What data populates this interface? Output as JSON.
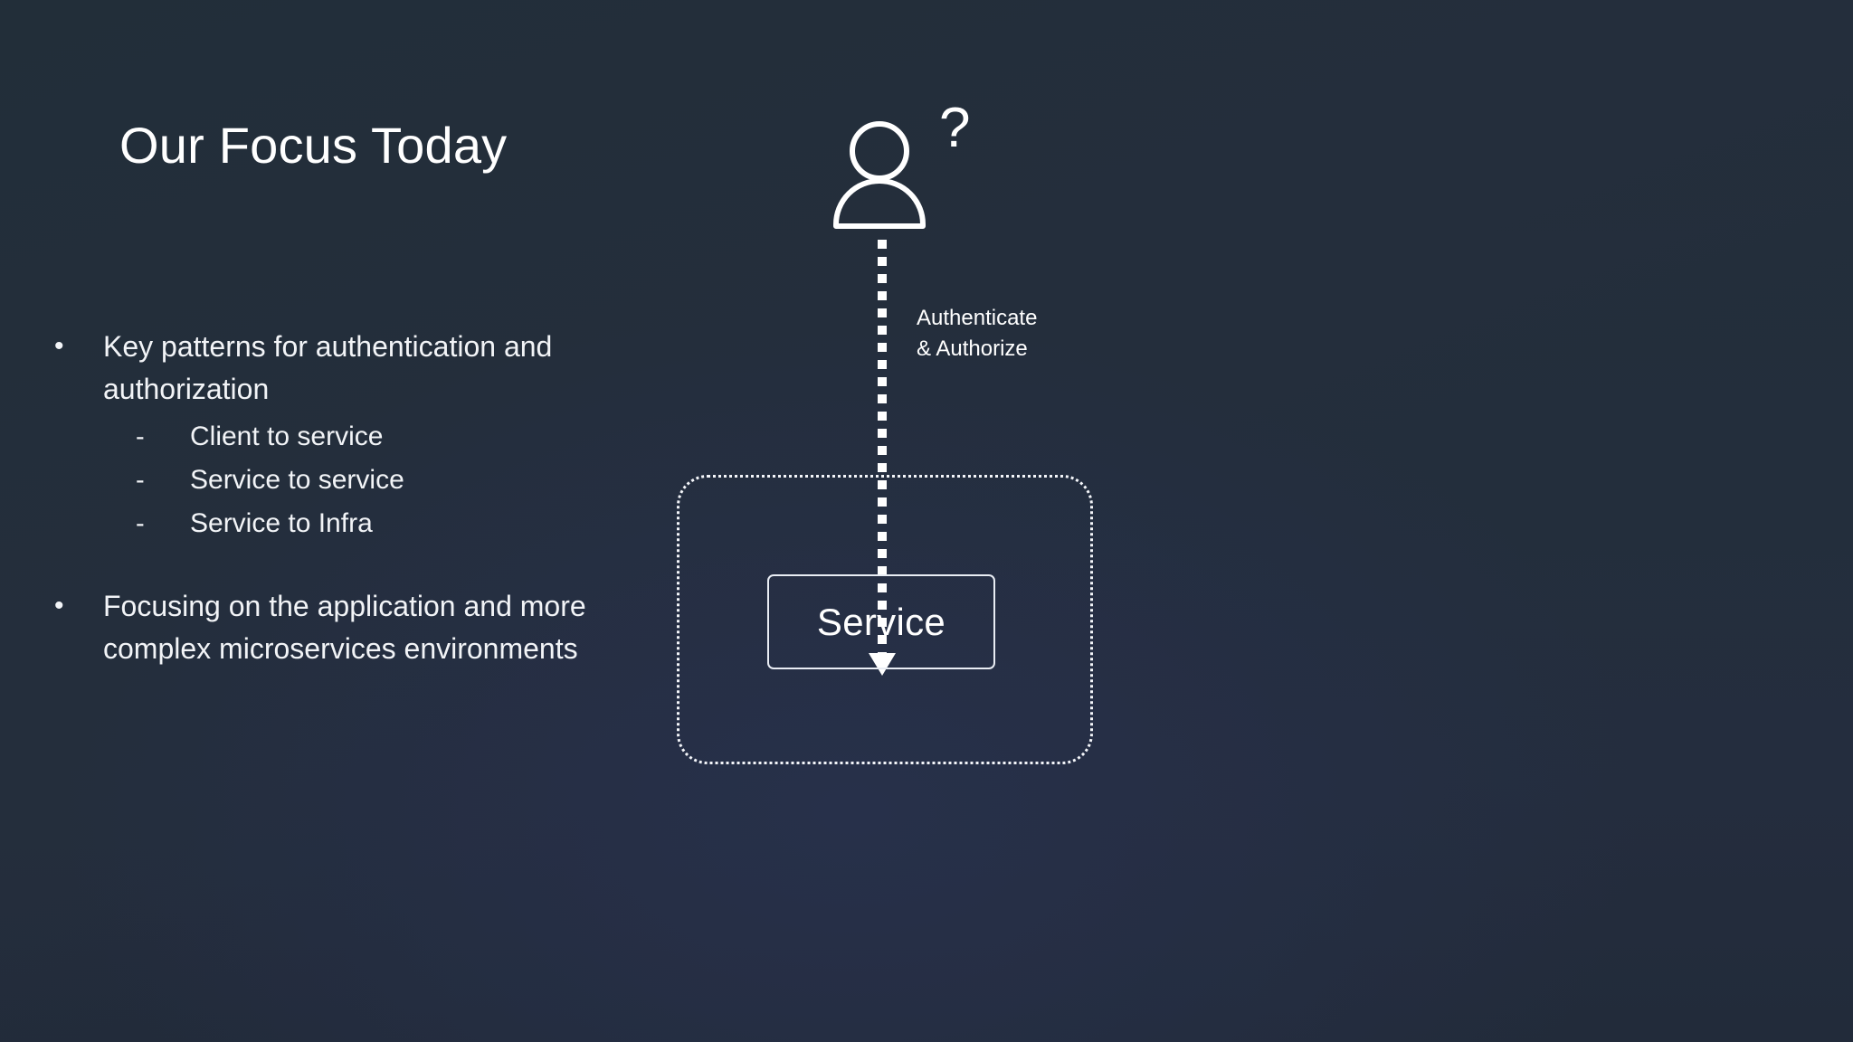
{
  "slide": {
    "title": "Our Focus Today",
    "background_color": "#232e3b",
    "text_color": "#ffffff"
  },
  "body": {
    "bullets": [
      {
        "marker": "•",
        "text": "Key patterns for authentication and authorization",
        "sub_marker": "-",
        "sub_items": [
          "Client to service",
          "Service to service",
          "Service to Infra"
        ]
      },
      {
        "marker": "•",
        "text": "Focusing on the application and more complex microservices environments",
        "sub_items": []
      }
    ]
  },
  "diagram": {
    "actor": {
      "icon": "person-icon",
      "badge": "?"
    },
    "flow_label_line1": "Authenticate",
    "flow_label_line2": "& Authorize",
    "arrow": {
      "style": "dotted",
      "direction": "down",
      "head": "solid-triangle"
    },
    "boundary": {
      "style": "dotted-rounded-rectangle"
    },
    "service_box": {
      "label": "Service"
    }
  }
}
